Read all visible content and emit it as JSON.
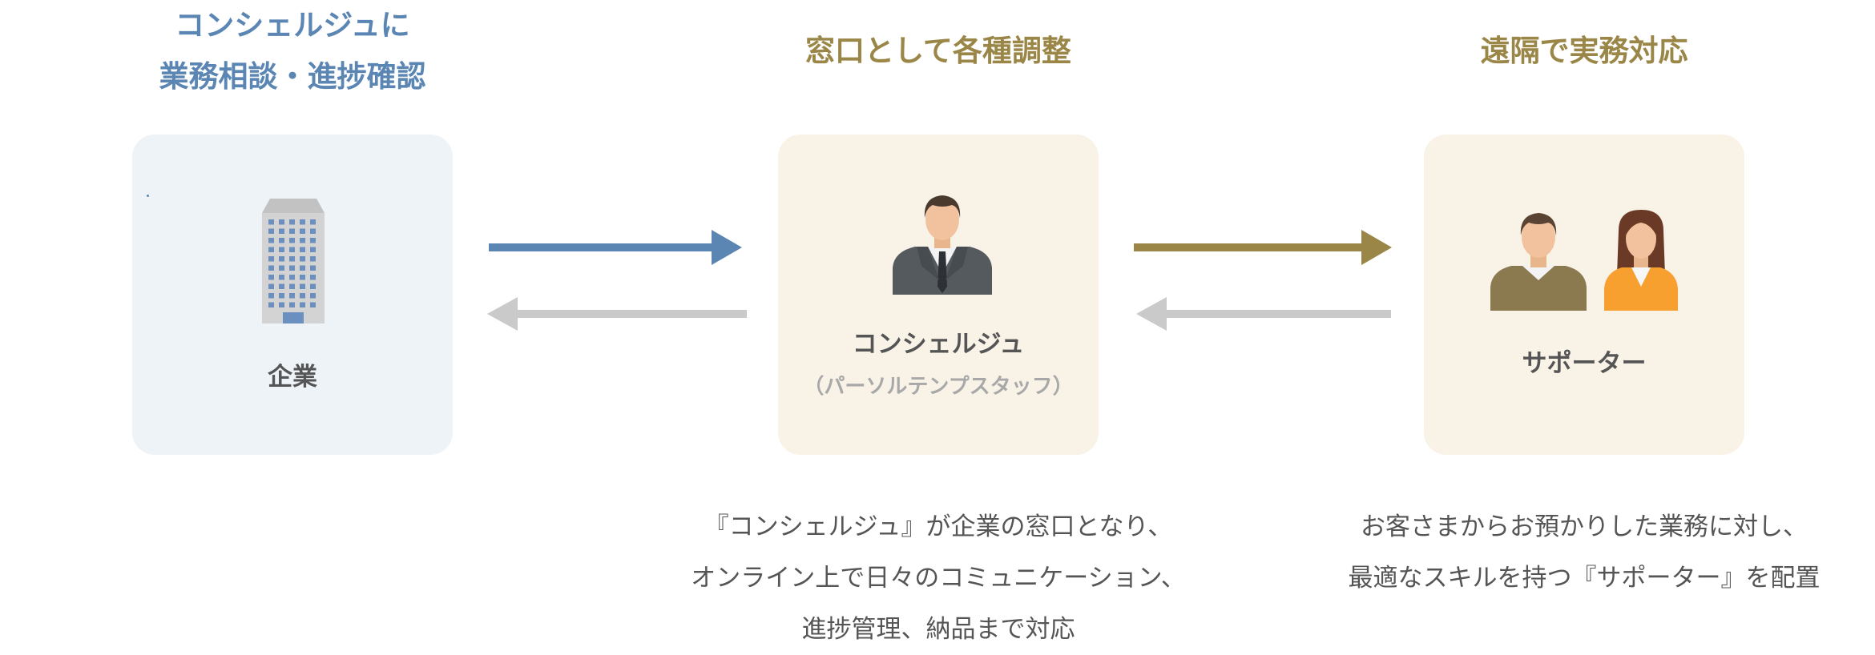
{
  "colors": {
    "blue": "#5b86b4",
    "gold": "#9a8647",
    "gray_arrow": "#cacaca",
    "box_blue": "#edf3f6",
    "box_cream": "#f8f2e7",
    "text": "#555555",
    "subtext": "#a8a8a8",
    "orange": "#f7a030"
  },
  "columns": [
    {
      "heading_lines": [
        "コンシェルジュに",
        "業務相談・進捗確認"
      ],
      "box_label": "企業",
      "box_sub": "",
      "icon": "office-building-icon",
      "description_lines": []
    },
    {
      "heading_lines": [
        "窓口として各種調整"
      ],
      "box_label": "コンシェルジュ",
      "box_sub": "（パーソルテンプスタッフ）",
      "icon": "businessman-icon",
      "description_lines": [
        "『コンシェルジュ』が企業の窓口となり、",
        "オンライン上で日々のコミュニケーション、",
        "進捗管理、納品まで対応"
      ]
    },
    {
      "heading_lines": [
        "遠隔で実務対応"
      ],
      "box_label": "サポーター",
      "box_sub": "",
      "icon": "supporters-icon",
      "description_lines": [
        "お客さまからお預かりした業務に対し、",
        "最適なスキルを持つ『サポーター』を配置"
      ]
    }
  ]
}
